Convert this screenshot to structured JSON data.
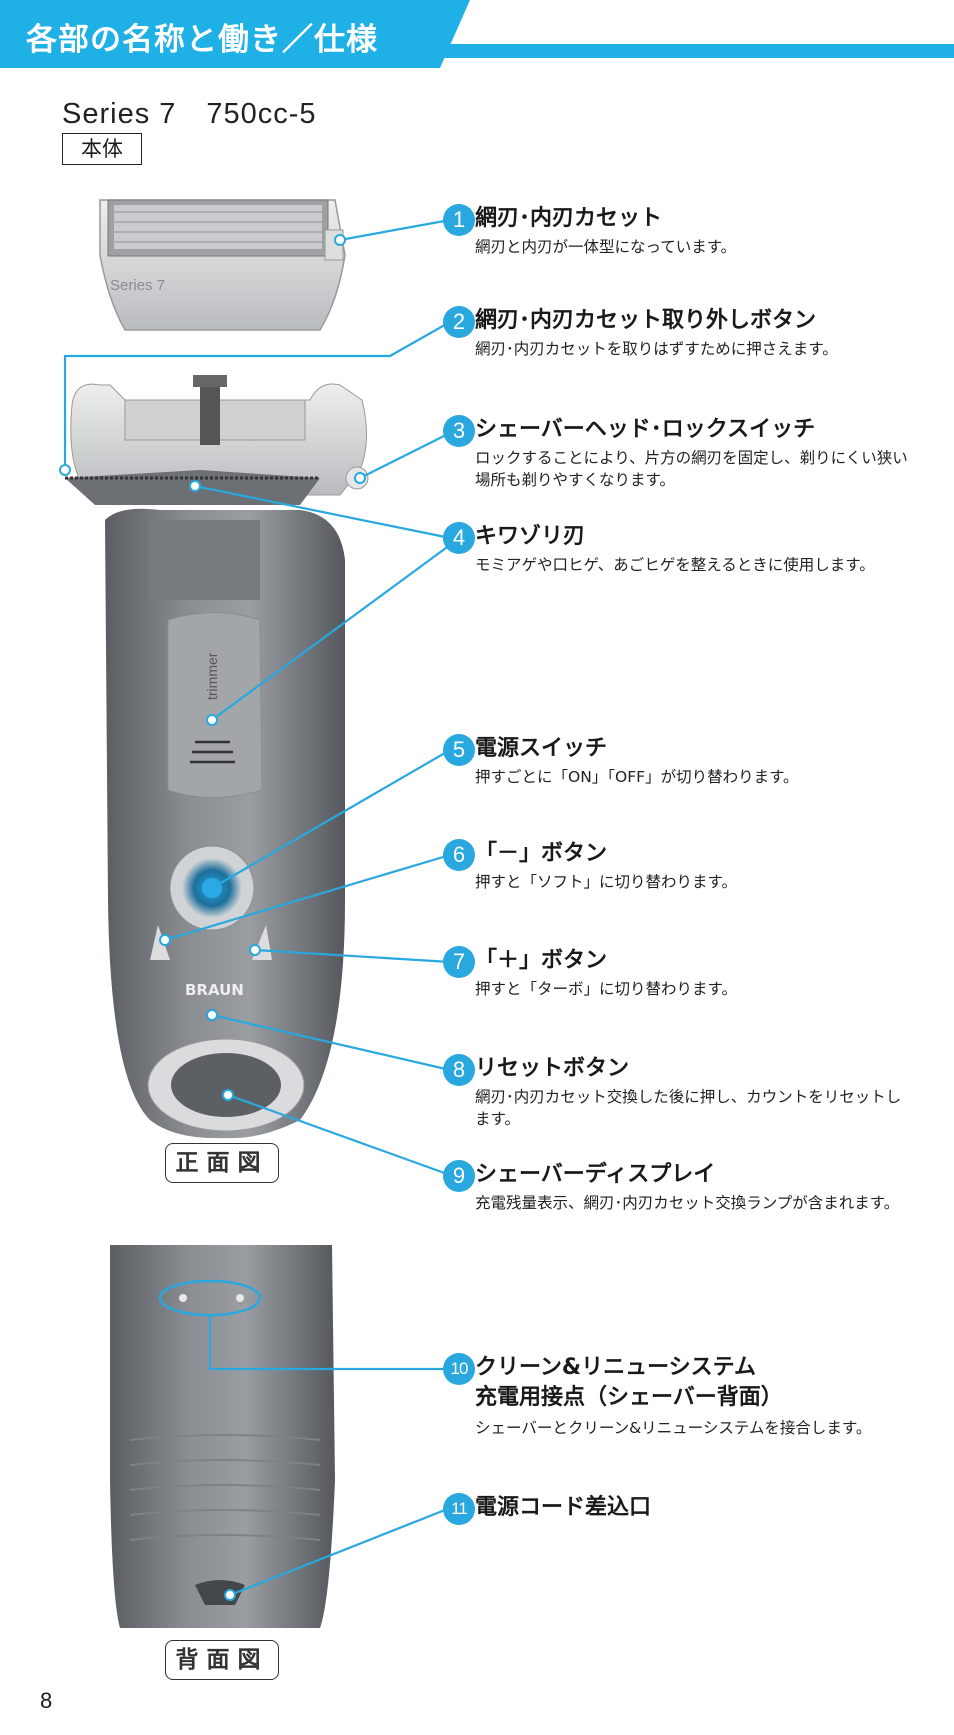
{
  "header": {
    "title": "各部の名称と働き／仕様",
    "accent": "#1fb0e6"
  },
  "model": "Series 7　750cc-5",
  "section_label": "本体",
  "cassette_text": "Series 7",
  "trimmer_text": "trimmer",
  "brand_text": "BRAUN",
  "view_labels": {
    "front": "正面図",
    "back": "背面図"
  },
  "items": [
    {
      "num": "1",
      "title": "網刃･内刃カセット",
      "desc": "網刃と内刃が一体型になっています。"
    },
    {
      "num": "2",
      "title": "網刃･内刃カセット取り外しボタン",
      "desc": "網刃･内刃カセットを取りはずすために押さえます。"
    },
    {
      "num": "3",
      "title": "シェーバーヘッド･ロックスイッチ",
      "desc": "ロックすることにより、片方の網刃を固定し、剃りにくい狭い場所も剃りやすくなります。"
    },
    {
      "num": "4",
      "title": "キワゾリ刃",
      "desc": "モミアゲや口ヒゲ、あごヒゲを整えるときに使用します。"
    },
    {
      "num": "5",
      "title": "電源スイッチ",
      "desc": "押すごとに「ON」「OFF」が切り替わります。"
    },
    {
      "num": "6",
      "title": "「－」ボタン",
      "desc": "押すと「ソフト」に切り替わります。"
    },
    {
      "num": "7",
      "title": "「＋」ボタン",
      "desc": "押すと「ターボ」に切り替わります。"
    },
    {
      "num": "8",
      "title": "リセットボタン",
      "desc": "網刃･内刃カセット交換した後に押し、カウントをリセットします。"
    },
    {
      "num": "9",
      "title": "シェーバーディスプレイ",
      "desc": "充電残量表示、網刃･内刃カセット交換ランプが含まれます。"
    },
    {
      "num": "10",
      "title": "クリーン&リニューシステム",
      "title2": "充電用接点（シェーバー背面）",
      "desc": "シェーバーとクリーン&リニューシステムを接合します。"
    },
    {
      "num": "11",
      "title": "電源コード差込口",
      "desc": ""
    }
  ],
  "page_number": "8"
}
